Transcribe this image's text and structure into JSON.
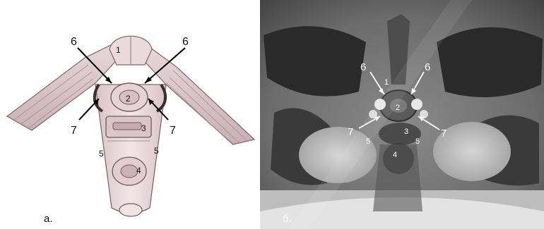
{
  "panel_a": {
    "caption": "а.",
    "labels": {
      "l1": "1",
      "l2": "2",
      "l3": "3",
      "l4": "4",
      "l5": "5",
      "l6": "6",
      "l7": "7"
    }
  },
  "panel_b": {
    "caption": "б.",
    "labels": {
      "l1": "1",
      "l2": "2",
      "l3": "3",
      "l4": "4",
      "l5": "5",
      "l6": "6",
      "l7": "7"
    }
  }
}
